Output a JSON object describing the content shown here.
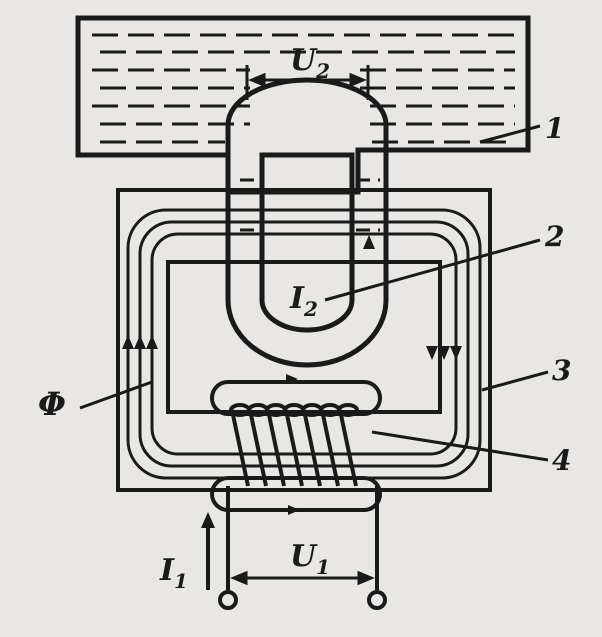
{
  "labels": {
    "u2": "U",
    "u2_sub": "2",
    "i2": "I",
    "i2_sub": "2",
    "i1": "I",
    "i1_sub": "1",
    "u1": "U",
    "u1_sub": "1",
    "phi": "Φ",
    "callout_1": "1",
    "callout_2": "2",
    "callout_3": "3",
    "callout_4": "4"
  },
  "colors": {
    "ink": "#1a1a1a",
    "paper": "#e9e7e3"
  }
}
